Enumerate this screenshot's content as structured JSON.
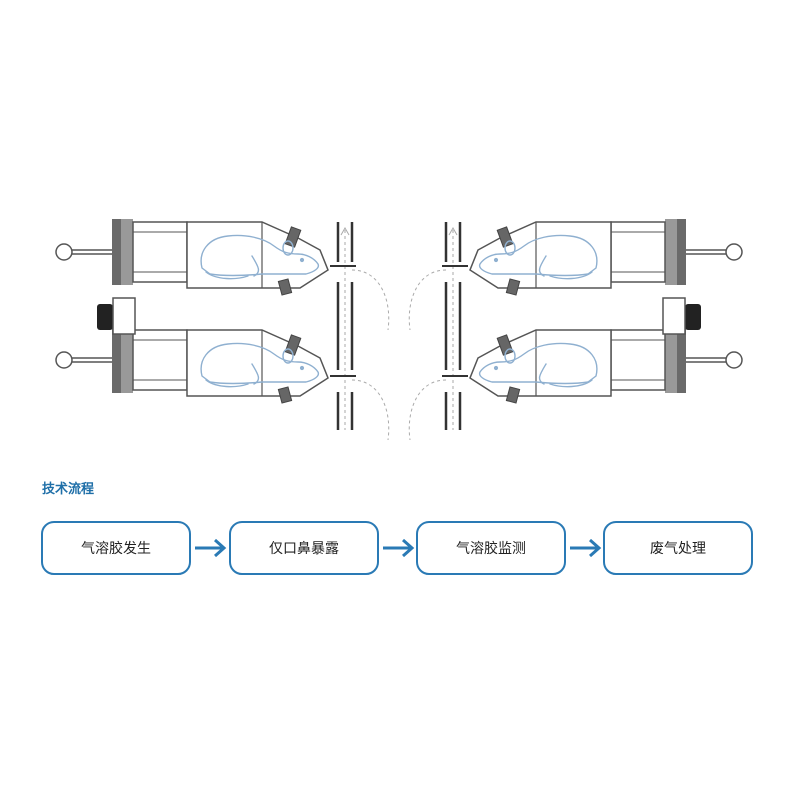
{
  "section_title": "技术流程",
  "flow_steps": [
    {
      "label": "气溶胶发生"
    },
    {
      "label": "仅口鼻暴露"
    },
    {
      "label": "气溶胶监测"
    },
    {
      "label": "废气处理"
    }
  ],
  "colors": {
    "accent": "#2a7ab5",
    "title": "#1f6fa8",
    "tube_outline": "#8fb0d0",
    "dark_block": "#555555"
  }
}
